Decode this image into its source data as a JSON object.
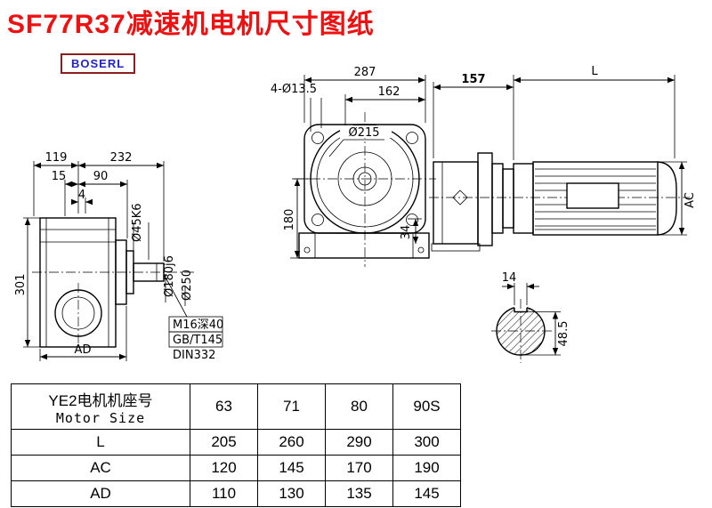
{
  "page": {
    "title": "SF77R37减速机电机尺寸图纸",
    "logo": "BOSERL"
  },
  "colors": {
    "title": "#ee1111",
    "logo_text": "#2323cc",
    "logo_border": "#8b1f1f",
    "line": "#000000"
  },
  "left_view": {
    "dim_width_left": "119",
    "dim_width_right": "232",
    "dim_15": "15",
    "dim_90": "90",
    "dim_4": "4",
    "dim_height": "301",
    "dim_ad": "AD",
    "shaft_dia": "Ø45K6",
    "spigot_dia": "Ø180j6",
    "flange_dia": "Ø250",
    "note_1": "M16深40",
    "note_2": "GB/T145",
    "note_3": "DIN332"
  },
  "front_view": {
    "dim_width": "287",
    "dim_inner_width": "162",
    "holes": "4-Ø13.5",
    "flange_circle": "Ø215",
    "dim_height": "180",
    "dim_34": "34"
  },
  "side_view": {
    "dim_gear_length": "157",
    "dim_motor_length": "L",
    "dim_motor_dia": "AC"
  },
  "shaft_section": {
    "key_width": "14",
    "dim_height": "48.5"
  },
  "table": {
    "header_cn": "YE2电机机座号",
    "header_en": "Motor Size",
    "columns": [
      "63",
      "71",
      "80",
      "90S"
    ],
    "rows": [
      {
        "label": "L",
        "values": [
          "205",
          "260",
          "290",
          "300"
        ]
      },
      {
        "label": "AC",
        "values": [
          "120",
          "145",
          "170",
          "190"
        ]
      },
      {
        "label": "AD",
        "values": [
          "110",
          "130",
          "135",
          "145"
        ]
      }
    ]
  }
}
